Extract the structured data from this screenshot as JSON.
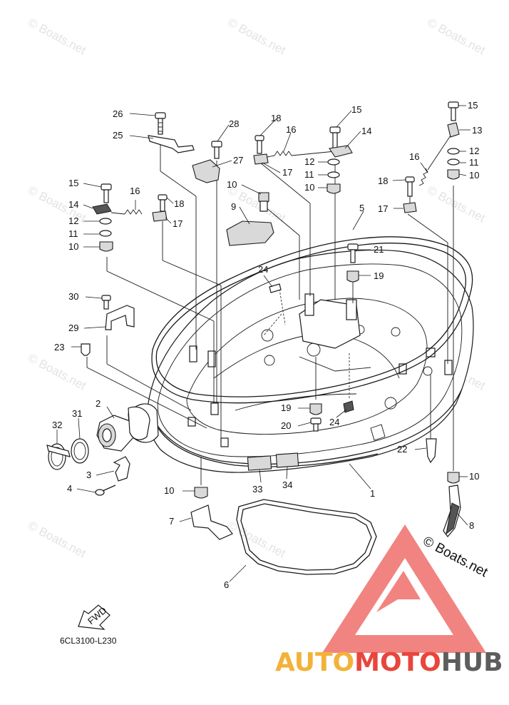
{
  "watermark": {
    "text": "© Boats.net"
  },
  "diagram": {
    "code": "6CL3100-L230",
    "fwd_label": "FWD",
    "copyright": "© Boats.net",
    "callouts": {
      "c1": "1",
      "c2": "2",
      "c3": "3",
      "c4": "4",
      "c5": "5",
      "c6": "6",
      "c7": "7",
      "c8": "8",
      "c9": "9",
      "c10a": "10",
      "c10b": "10",
      "c10c": "10",
      "c10d": "10",
      "c10e": "10",
      "c10f": "10",
      "c11a": "11",
      "c11b": "11",
      "c11c": "11",
      "c12a": "12",
      "c12b": "12",
      "c12c": "12",
      "c13": "13",
      "c14a": "14",
      "c14b": "14",
      "c15a": "15",
      "c15b": "15",
      "c15c": "15",
      "c16a": "16",
      "c16b": "16",
      "c16c": "16",
      "c17a": "17",
      "c17b": "17",
      "c17c": "17",
      "c18a": "18",
      "c18b": "18",
      "c18c": "18",
      "c19a": "19",
      "c19b": "19",
      "c20": "20",
      "c21": "21",
      "c22": "22",
      "c23": "23",
      "c24a": "24",
      "c24b": "24",
      "c25": "25",
      "c26": "26",
      "c27": "27",
      "c28": "28",
      "c29": "29",
      "c30": "30",
      "c31": "31",
      "c32": "32",
      "c33": "33",
      "c34": "34"
    }
  },
  "logo": {
    "part1": "AUTO",
    "part2": "MOTO",
    "part3": "HUB",
    "colors": {
      "auto": "#f2b23a",
      "moto": "#e8463c",
      "hub": "#5d5d5d",
      "triangle": "#ef6f6a"
    }
  }
}
